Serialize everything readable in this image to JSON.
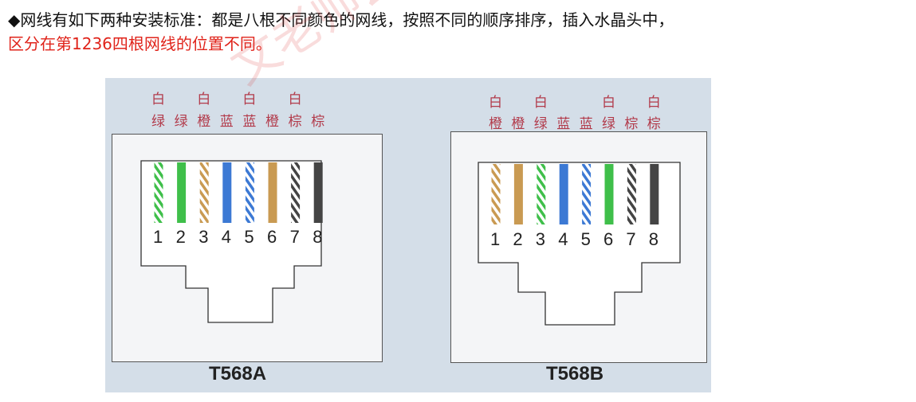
{
  "intro": {
    "bullet": "◆",
    "line1": "网线有如下两种安装标准：都是八根不同颜色的网线，按照不同的顺序排序，插入水晶头中，",
    "line2": "区分在第1236四根网线的位置不同。"
  },
  "watermark": "文老师云架构",
  "colors": {
    "green": "#3fbf4a",
    "orange": "#c99a52",
    "blue": "#3c79d4",
    "brown": "#444444",
    "label_red": "#b23a4a",
    "highlight_red": "#e0241b"
  },
  "standards": [
    {
      "name": "T568A",
      "white_labels": [
        "白",
        "",
        "白",
        "",
        "白",
        "",
        "白",
        ""
      ],
      "color_labels": [
        "绿",
        "绿",
        "橙",
        "蓝",
        "蓝",
        "橙",
        "棕",
        "棕"
      ],
      "pins": [
        "1",
        "2",
        "3",
        "4",
        "5",
        "6",
        "7",
        "8"
      ],
      "wires": [
        {
          "base": "green",
          "striped": true
        },
        {
          "base": "green",
          "striped": false
        },
        {
          "base": "orange",
          "striped": true
        },
        {
          "base": "blue",
          "striped": false
        },
        {
          "base": "blue",
          "striped": true
        },
        {
          "base": "orange",
          "striped": false
        },
        {
          "base": "brown",
          "striped": true
        },
        {
          "base": "brown",
          "striped": false
        }
      ]
    },
    {
      "name": "T568B",
      "white_labels": [
        "白",
        "",
        "白",
        "",
        "",
        "白",
        "",
        "白"
      ],
      "color_labels": [
        "橙",
        "橙",
        "绿",
        "蓝",
        "蓝",
        "绿",
        "棕",
        "棕"
      ],
      "pins": [
        "1",
        "2",
        "3",
        "4",
        "5",
        "6",
        "7",
        "8"
      ],
      "wires": [
        {
          "base": "orange",
          "striped": true
        },
        {
          "base": "orange",
          "striped": false
        },
        {
          "base": "green",
          "striped": true
        },
        {
          "base": "blue",
          "striped": false
        },
        {
          "base": "blue",
          "striped": true
        },
        {
          "base": "green",
          "striped": false
        },
        {
          "base": "brown",
          "striped": true
        },
        {
          "base": "brown",
          "striped": false
        }
      ]
    }
  ]
}
